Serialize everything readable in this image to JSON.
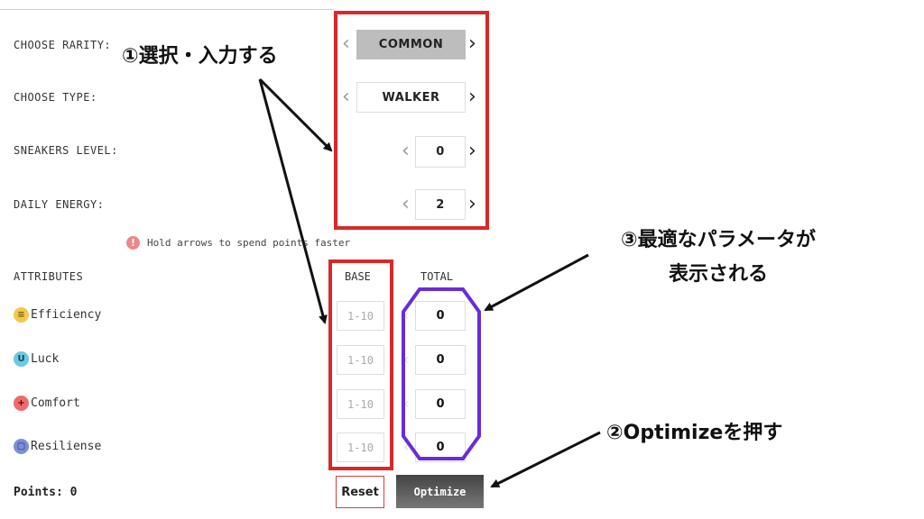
{
  "selectors": {
    "rarity": {
      "label": "CHOOSE RARITY:",
      "value": "COMMON"
    },
    "type": {
      "label": "CHOOSE TYPE:",
      "value": "WALKER"
    },
    "level": {
      "label": "SNEAKERS LEVEL:",
      "value": "0"
    },
    "energy": {
      "label": "DAILY ENERGY:",
      "value": "2"
    }
  },
  "hint": {
    "icon": "!",
    "text": "Hold arrows to spend points faster"
  },
  "attributes": {
    "heading": "ATTRIBUTES",
    "base_heading": "BASE",
    "total_heading": "TOTAL",
    "items": [
      {
        "name": "Efficiency",
        "icon": "≡",
        "color": "#f2c94c",
        "base_placeholder": "1-10",
        "total": "0"
      },
      {
        "name": "Luck",
        "icon": "U",
        "color": "#6cc8e0",
        "base_placeholder": "1-10",
        "total": "0"
      },
      {
        "name": "Comfort",
        "icon": "+",
        "color": "#ee6b6b",
        "base_placeholder": "1-10",
        "total": "0"
      },
      {
        "name": "Resiliense",
        "icon": "▢",
        "color": "#7b8fd6",
        "base_placeholder": "1-10",
        "total": "0"
      }
    ]
  },
  "points": "Points: 0",
  "buttons": {
    "reset": "Reset",
    "optimize": "Optimize"
  },
  "annotations": {
    "step1": "①選択・入力する",
    "step2": "②Optimizeを押す",
    "step3_line1": "③最適なパラメータが",
    "step3_line2": "表示される"
  },
  "colors": {
    "red_box": "#d62a2a",
    "purple_box": "#6a2cd6",
    "arrow": "#111111"
  }
}
